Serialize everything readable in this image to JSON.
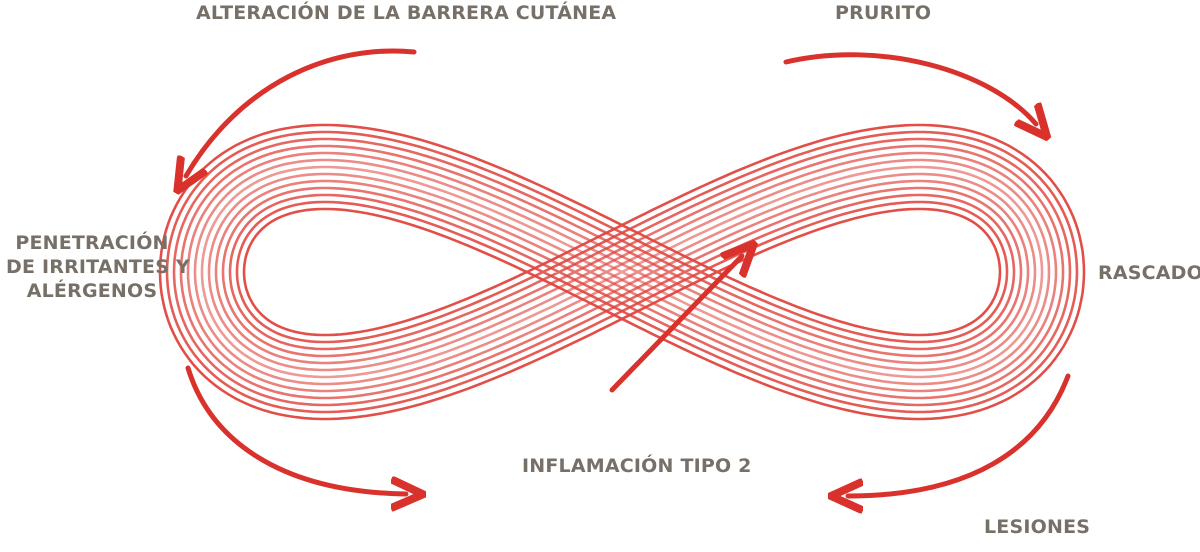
{
  "labels": {
    "top_left": "ALTERACIÓN DE LA BARRERA CUTÁNEA",
    "top_right": "PRURITO",
    "left": [
      "PENETRACIÓN",
      "DE IRRITANTES Y",
      "ALÉRGENOS"
    ],
    "right": "RASCADO",
    "center_bottom": "INFLAMACIÓN TIPO 2",
    "bottom_right": "LESIONES"
  },
  "colors": {
    "accent": "#d9312b",
    "text": "#767068",
    "ribbon": "#e0463f"
  },
  "icons": {
    "cycle_arrows": "curved-arrow-icon",
    "center_arrow": "straight-arrow-icon"
  }
}
